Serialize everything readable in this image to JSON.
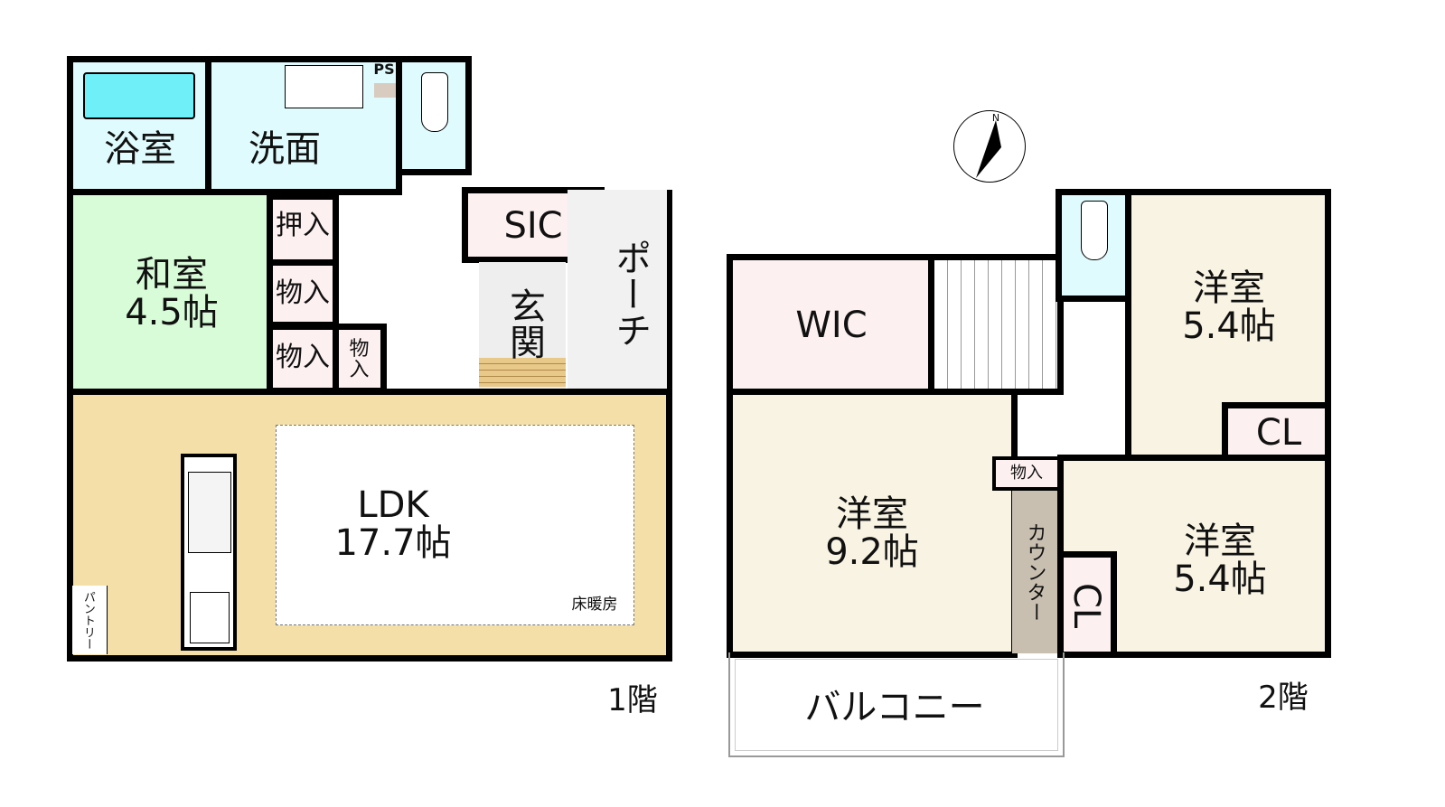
{
  "floor1": {
    "label": "1階",
    "rooms": {
      "bath": "浴室",
      "washroom": "洗面",
      "ps": "PS",
      "japanese": "和室\n4.5帖",
      "oshiire": "押入",
      "storage1": "物入",
      "storage2": "物入",
      "storage3": "物\n入",
      "sic": "SIC",
      "entrance": "玄関",
      "porch": "ポーチ",
      "ldk": "LDK\n17.7帖",
      "floor_heating": "床暖房",
      "pantry": "パントリー"
    }
  },
  "floor2": {
    "label": "2階",
    "rooms": {
      "wic": "WIC",
      "western_ne": "洋室\n5.4帖",
      "cl1": "CL",
      "western_main": "洋室\n9.2帖",
      "storage": "物入",
      "counter": "カウンター",
      "cl2": "CL",
      "western_se": "洋室\n5.4帖",
      "balcony": "バルコニー"
    }
  },
  "compass": {
    "north": "N"
  },
  "colors": {
    "water": "#e0fbfd",
    "tatami": "#d8fcd8",
    "storage": "#fdf0f0",
    "ldk": "#f5dfa8",
    "western": "#f8f3e2",
    "counter": "#c8bfb0"
  }
}
